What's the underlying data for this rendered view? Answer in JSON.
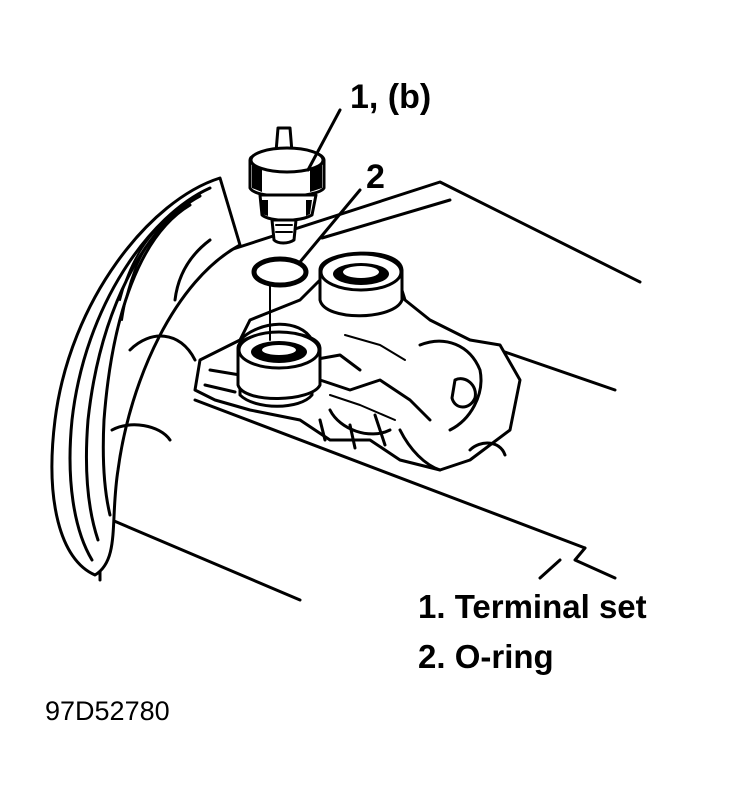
{
  "callouts": {
    "part1": "1, (b)",
    "part2": "2"
  },
  "legend": {
    "item1": "1. Terminal set",
    "item2": "2. O-ring"
  },
  "figure_code": "97D52780"
}
